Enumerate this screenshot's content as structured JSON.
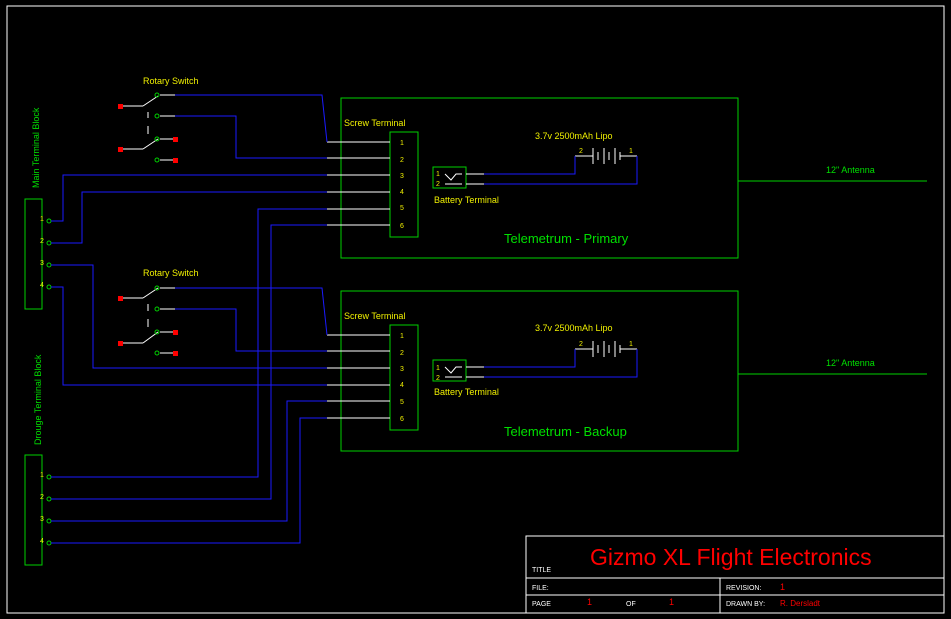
{
  "colors": {
    "border": "#ffffff",
    "box": "#00d000",
    "wire": "#0000ff",
    "label_yellow": "#f0f000",
    "label_green": "#00e000",
    "contact_red": "#ff0000",
    "title_red": "#ff0000",
    "antenna": "#00d000"
  },
  "terminal_blocks": {
    "main_label": "Main Terminal Block",
    "drogue_label": "Drouge Terminal Block",
    "pins": [
      "1",
      "2",
      "3",
      "4"
    ]
  },
  "rotary_switch_label": "Rotary Switch",
  "screw_terminal": {
    "label": "Screw Terminal",
    "pins": [
      "1",
      "2",
      "3",
      "4",
      "5",
      "6"
    ]
  },
  "battery": {
    "label": "3.7v 2500mAh Lipo",
    "pin_left": "2",
    "pin_right": "1"
  },
  "battery_terminal": {
    "label": "Battery Terminal",
    "pins": [
      "1",
      "2"
    ]
  },
  "modules": {
    "primary": "Telemetrum - Primary",
    "backup": "Telemetrum - Backup"
  },
  "antenna_label": "12\" Antenna",
  "title_block": {
    "title_label": "TITLE",
    "title": "Gizmo XL Flight Electronics",
    "file_label": "FILE:",
    "file_value": "",
    "page_label": "PAGE",
    "page_value": "1",
    "of_label": "OF",
    "of_value": "1",
    "revision_label": "REVISION:",
    "revision_value": "1",
    "drawn_by_label": "DRAWN BY:",
    "drawn_by_value": "R. Dersladt"
  }
}
